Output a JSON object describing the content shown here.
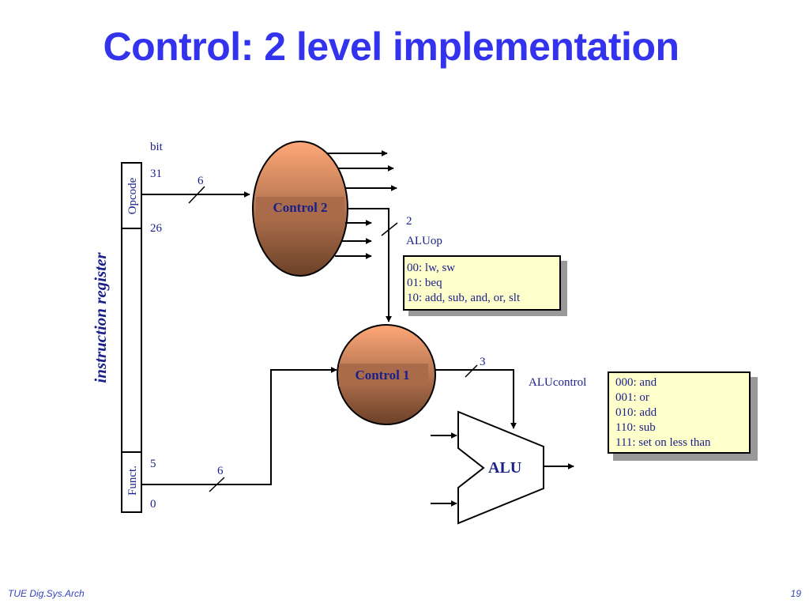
{
  "title": "Control: 2 level implementation",
  "footer": {
    "left": "TUE Dig.Sys.Arch",
    "page": "19"
  },
  "colors": {
    "title": "#3333ee",
    "label": "#1a1f8a",
    "oval_top": "#ffa878",
    "oval_bottom": "#6b4128",
    "note_fill": "#ffffcc",
    "note_shadow": "#999999"
  },
  "register": {
    "label": "instruction register",
    "bit_header": "bit",
    "opcode_field": "Opcode",
    "funct_field": "Funct.",
    "bit_31": "31",
    "bit_26": "26",
    "bit_5": "5",
    "bit_0": "0"
  },
  "control2": {
    "label": "Control 2",
    "input_width": "6",
    "output_width": "2",
    "output_name": "ALUop"
  },
  "control1": {
    "label": "Control 1",
    "input_width": "6",
    "output_width": "3",
    "output_name": "ALUcontrol"
  },
  "alu": {
    "label": "ALU"
  },
  "aluop_table": [
    "00: lw, sw",
    "01: beq",
    "10: add, sub, and, or, slt"
  ],
  "alucontrol_table": [
    "000: and",
    "001: or",
    "010: add",
    "110: sub",
    "111: set on less than"
  ]
}
